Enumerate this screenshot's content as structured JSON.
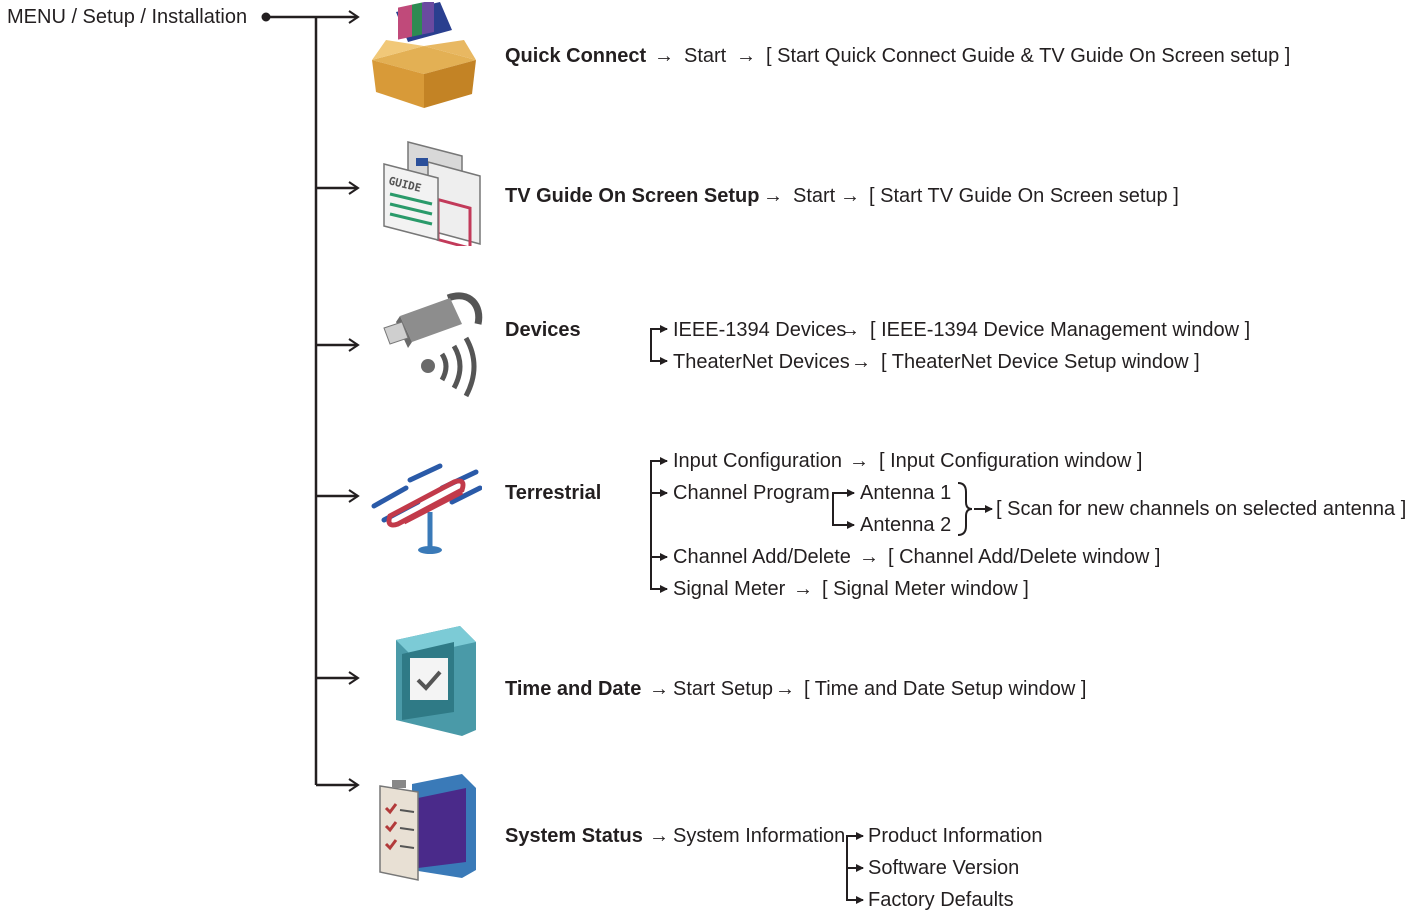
{
  "root": {
    "path": "MENU / Setup / Installation"
  },
  "arrows": {
    "right": "→"
  },
  "quick_connect": {
    "title": "Quick Connect",
    "action": "Start",
    "result": "[ Start Quick Connect Guide & TV Guide On Screen setup ]",
    "icon": "open-box-icon"
  },
  "tv_guide": {
    "title": "TV Guide On Screen Setup",
    "action": "Start",
    "result": "[ Start TV Guide On Screen setup ]",
    "icon": "tv-guide-sheets-icon"
  },
  "devices": {
    "title": "Devices",
    "icon": "connector-signal-icon",
    "items": [
      {
        "label": "IEEE-1394 Devices",
        "result": "[ IEEE-1394 Device Management window ]"
      },
      {
        "label": "TheaterNet Devices",
        "result": "[ TheaterNet Device Setup window ]"
      }
    ]
  },
  "terrestrial": {
    "title": "Terrestrial",
    "icon": "antenna-icon",
    "items": [
      {
        "label": "Input Configuration",
        "result": "[ Input Configuration window ]"
      },
      {
        "label": "Channel Program"
      },
      {
        "label": "Channel Add/Delete",
        "result": "[ Channel Add/Delete window ]"
      },
      {
        "label": "Signal Meter",
        "result": "[ Signal Meter window ]"
      }
    ],
    "antennas": [
      "Antenna 1",
      "Antenna 2"
    ],
    "antenna_result": "[ Scan for new channels on selected antenna ]"
  },
  "time_date": {
    "title": "Time and Date",
    "action": "Start Setup",
    "result": "[ Time and Date Setup window ]",
    "icon": "monitor-checkmark-icon"
  },
  "system_status": {
    "title": "System Status",
    "action": "System Information",
    "icon": "checklist-monitor-icon",
    "items": [
      "Product Information",
      "Software Version",
      "Factory Defaults"
    ]
  }
}
